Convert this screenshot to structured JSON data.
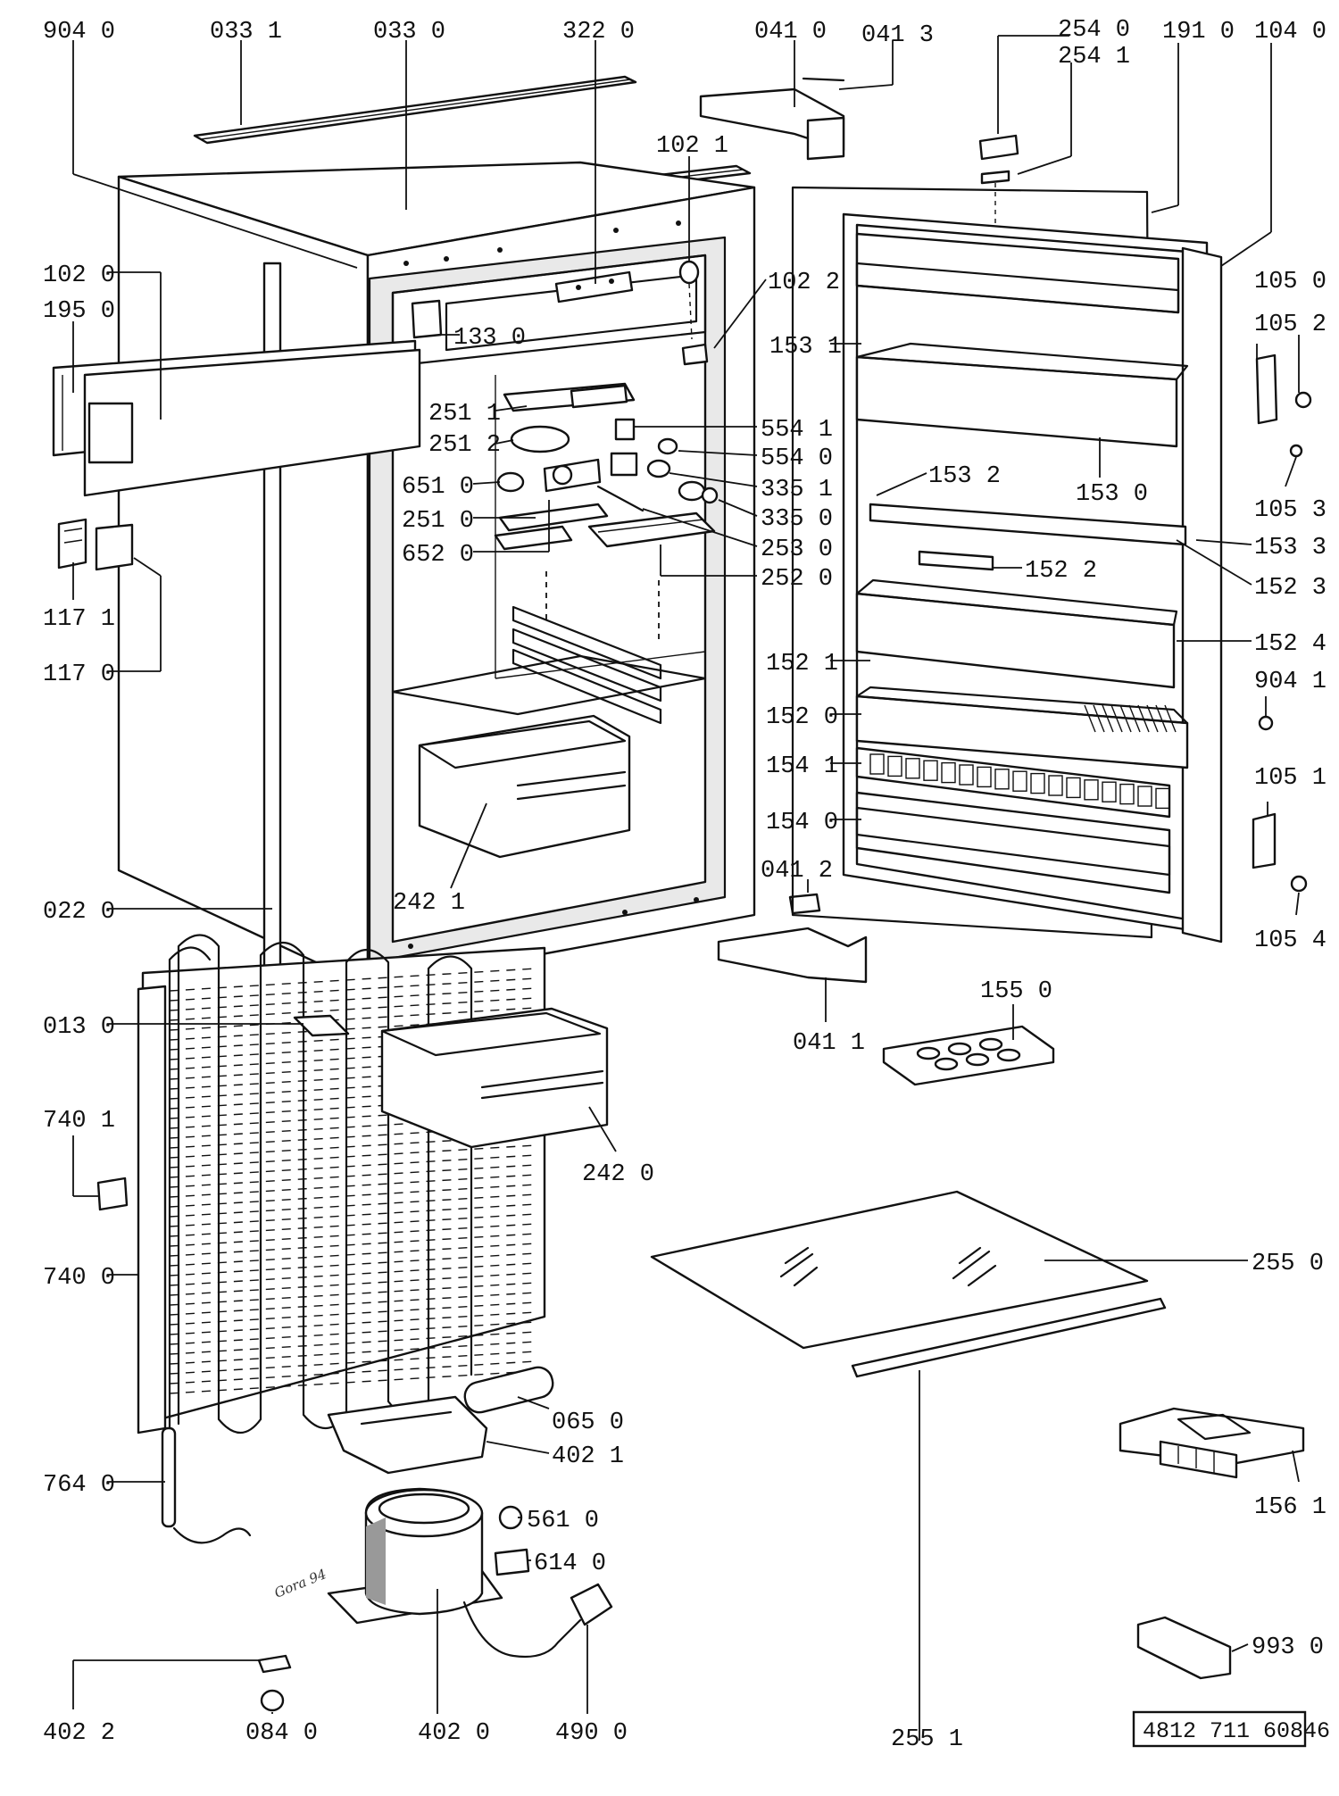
{
  "document_number": "4812 711 60846",
  "signature": "Gora 94",
  "labels": {
    "l9040": "904 0",
    "l0331": "033 1",
    "l0330": "033 0",
    "l3220": "322 0",
    "l0410": "041 0",
    "l0413": "041 3",
    "l2540": "254 0",
    "l2541": "254 1",
    "l1910": "191 0",
    "l1040": "104 0",
    "l1021": "102 1",
    "l1020": "102 0",
    "l1950": "195 0",
    "l1330": "133 0",
    "l1022": "102 2",
    "l1050": "105 0",
    "l1052": "105 2",
    "l1531": "153 1",
    "l2511a": "251 1",
    "l2512": "251 2",
    "l5541": "554 1",
    "l5540": "554 0",
    "l6510": "651 0",
    "l3351": "335 1",
    "l2510": "251 0",
    "l3350": "335 0",
    "l6520": "652 0",
    "l2530": "253 0",
    "l2520": "252 0",
    "l1532": "153 2",
    "l1530": "153 0",
    "l1053": "105 3",
    "l1533": "153 3",
    "l1522": "152 2",
    "l1523": "152 3",
    "l1171": "117 1",
    "l1524": "152 4",
    "l1170": "117 0",
    "l1521": "152 1",
    "l9041": "904 1",
    "l1520": "152 0",
    "l1541": "154 1",
    "l1051": "105 1",
    "l1540": "154 0",
    "l0412": "041 2",
    "l2421": "242 1",
    "l1054": "105 4",
    "l0220": "022 0",
    "l1550": "155 0",
    "l0130": "013 0",
    "l0411": "041 1",
    "l7401": "740 1",
    "l2420": "242 0",
    "l7400": "740 0",
    "l2550": "255 0",
    "l0650": "065 0",
    "l4021": "402 1",
    "l7640": "764 0",
    "l1561": "156 1",
    "l5610": "561 0",
    "l6140": "614 0",
    "l9930": "993 0",
    "l4022": "402 2",
    "l0840": "084 0",
    "l4020": "402 0",
    "l4900": "490 0",
    "l2551": "255 1"
  },
  "parts": {
    "cabinet": "cabinet",
    "door": "door",
    "condenser": "condenser",
    "compressor": "compressor",
    "glass_shelf": "glass shelf",
    "crisper_drawer": "crisper drawer",
    "egg_tray": "egg tray",
    "ice_tray": "ice tray",
    "scraper": "scraper",
    "power_plug": "power plug",
    "thermostat_panel": "thermostat panel",
    "hinge_top": "top hinge",
    "hinge_bottom": "bottom hinge"
  }
}
